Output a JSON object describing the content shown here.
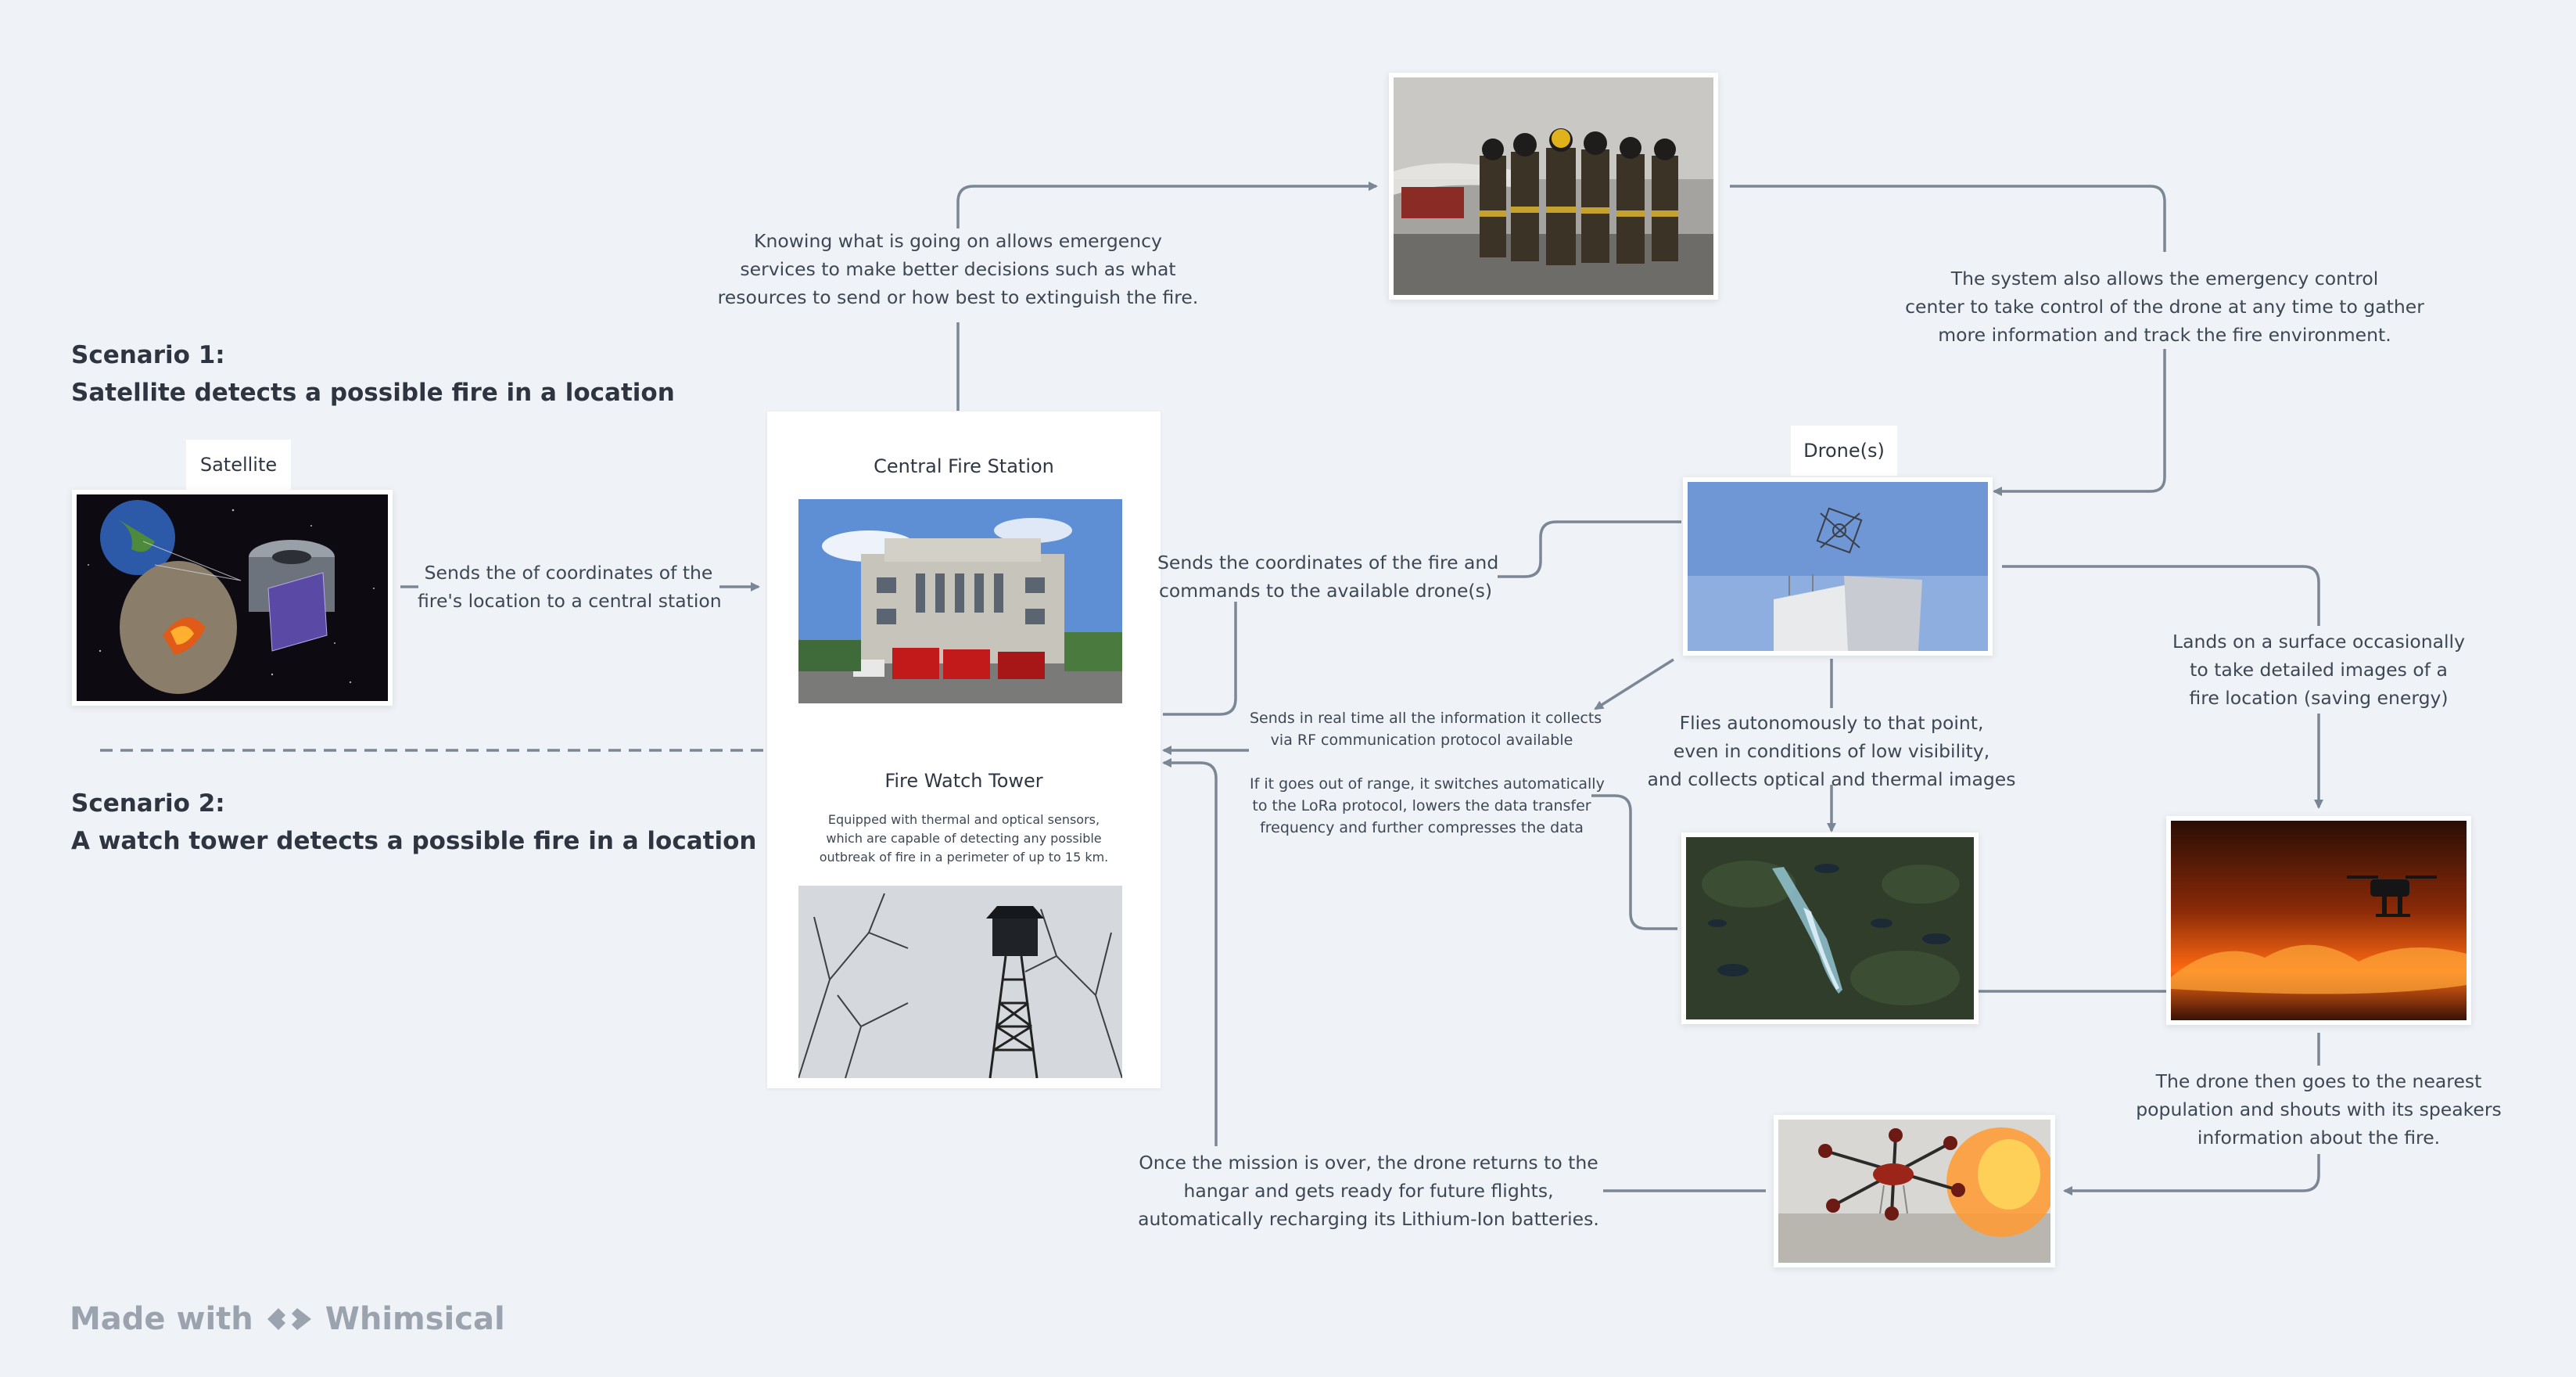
{
  "scenario1": {
    "title": "Scenario 1:",
    "subtitle": "Satellite detects a possible fire in a location"
  },
  "scenario2": {
    "title": "Scenario 2:",
    "subtitle": "A watch tower detects a possible fire in a location"
  },
  "labels": {
    "satellite": "Satellite",
    "drones": "Drone(s)"
  },
  "cards": {
    "central_station": {
      "title": "Central Fire Station"
    },
    "watch_tower": {
      "title": "Fire Watch Tower",
      "desc_lines": [
        "Equipped with thermal and optical sensors,",
        "which are capable of detecting any possible",
        "outbreak of fire in a perimeter of up to 15 km."
      ]
    }
  },
  "notes": {
    "send_coordinates": [
      "Sends the of coordinates of the",
      "fire's location to a central station"
    ],
    "knowing": [
      "Knowing what is going on allows  emergency",
      "services to make better decisions such as what",
      "resources to send or how best to extinguish the fire."
    ],
    "control_center": [
      "The system also allows the emergency control",
      "center to take control of the drone at any time to gather",
      "more information and track the fire environment."
    ],
    "commands": [
      "Sends the coordinates of the fire and",
      "commands to the available drone(s)"
    ],
    "realtime": [
      "Sends in real time all the information it collects",
      "via RF communication protocol available"
    ],
    "lora": [
      "If it goes out of range, it switches automatically",
      "to the LoRa protocol, lowers the data transfer",
      "frequency and further compresses the data"
    ],
    "flies": [
      "Flies autonomously to that point,",
      "even in conditions of low visibility,",
      "and collects optical and thermal images"
    ],
    "lands": [
      "Lands on a surface occasionally",
      "to take detailed images of a",
      "fire location (saving energy)"
    ],
    "population": [
      "The drone then goes to the nearest",
      "population and shouts with its speakers",
      "information about the fire."
    ],
    "mission_over": [
      "Once the mission is over, the drone returns to the",
      "hangar and gets ready for future flights,",
      "automatically recharging its Lithium-Ion batteries."
    ]
  },
  "brand": {
    "prefix": "Made with",
    "name": "Whimsical"
  },
  "colors": {
    "background": "#eff2f6",
    "connector": "#7b8794",
    "text": "#3e4754"
  }
}
